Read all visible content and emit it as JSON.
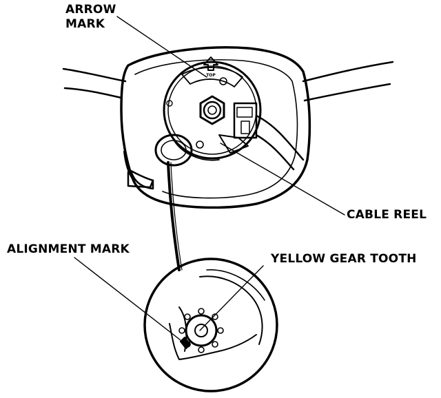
{
  "labels": {
    "arrow_mark_line1": "ARROW",
    "arrow_mark_line2": "MARK",
    "cable_reel": "CABLE REEL",
    "alignment_mark": "ALIGNMENT MARK",
    "yellow_gear_tooth": "YELLOW GEAR TOOTH",
    "top_mark": "TOP"
  },
  "colors": {
    "ink": "#000000",
    "paper": "#ffffff"
  }
}
